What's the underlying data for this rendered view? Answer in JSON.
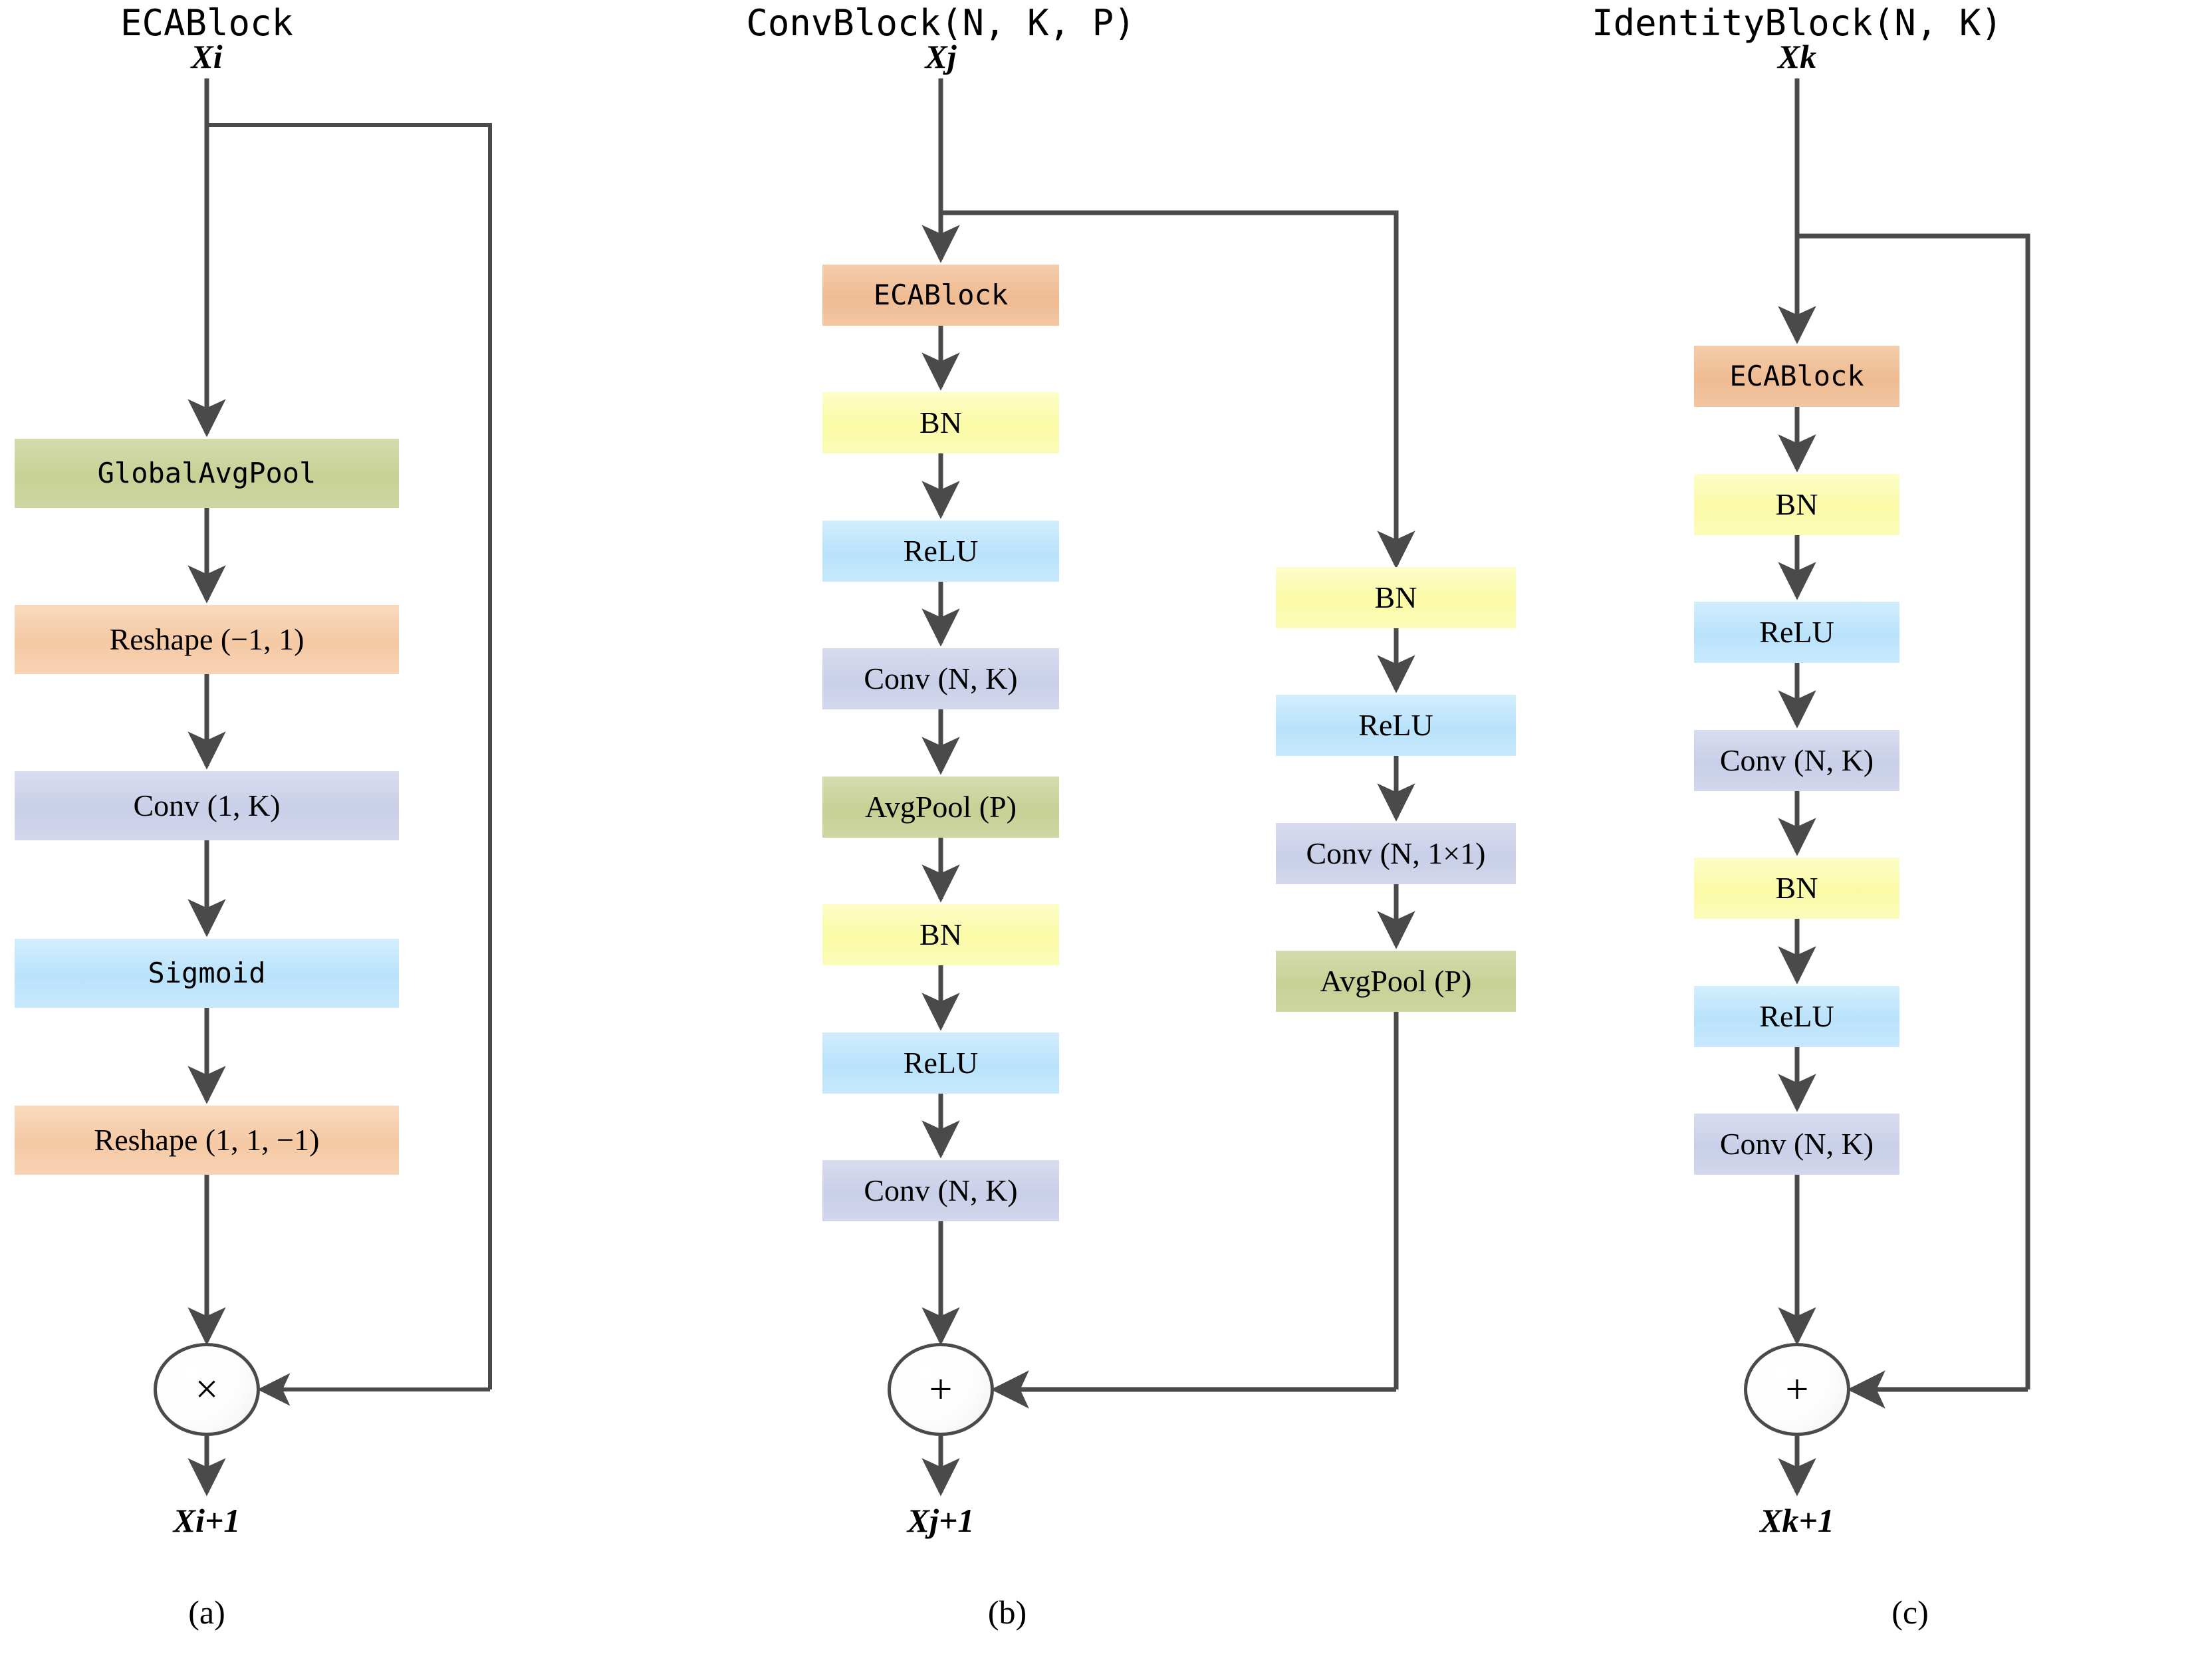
{
  "figure": {
    "caption_a": "(a)",
    "caption_b": "(b)",
    "caption_c": "(c)"
  },
  "colors": {
    "green": "#c6d195",
    "orange": "#f5c9a4",
    "orange_deep": "#efbb92",
    "purple": "#c9cfe8",
    "blue": "#b9e2fb",
    "yellow": "#fafaa6",
    "stroke": "#4a4a4a",
    "text": "#000000",
    "background": "#ffffff"
  },
  "panel_a": {
    "title": "ECABlock",
    "input_label": "Xi",
    "output_label": "Xi+1",
    "merge_symbol": "×",
    "merge_op_name": "multiply",
    "nodes": [
      {
        "label": "GlobalAvgPool",
        "color": "green"
      },
      {
        "label": "Reshape (−1, 1)",
        "color": "orange"
      },
      {
        "label": "Conv (1, K)",
        "color": "purple"
      },
      {
        "label": "Sigmoid",
        "color": "blue"
      },
      {
        "label": "Reshape (1, 1, −1)",
        "color": "orange"
      }
    ]
  },
  "panel_b": {
    "title": "ConvBlock(N, K, P)",
    "input_label": "Xj",
    "output_label": "Xj+1",
    "merge_symbol": "+",
    "merge_op_name": "add",
    "main_nodes": [
      {
        "label": "ECABlock",
        "color": "orange_deep"
      },
      {
        "label": "BN",
        "color": "yellow"
      },
      {
        "label": "ReLU",
        "color": "blue"
      },
      {
        "label": "Conv (N, K)",
        "color": "purple"
      },
      {
        "label": "AvgPool (P)",
        "color": "green"
      },
      {
        "label": "BN",
        "color": "yellow"
      },
      {
        "label": "ReLU",
        "color": "blue"
      },
      {
        "label": "Conv (N, K)",
        "color": "purple"
      }
    ],
    "shortcut_nodes": [
      {
        "label": "BN",
        "color": "yellow"
      },
      {
        "label": "ReLU",
        "color": "blue"
      },
      {
        "label": "Conv (N, 1×1)",
        "color": "purple"
      },
      {
        "label": "AvgPool (P)",
        "color": "green"
      }
    ]
  },
  "panel_c": {
    "title": "IdentityBlock(N, K)",
    "input_label": "Xk",
    "output_label": "Xk+1",
    "merge_symbol": "+",
    "merge_op_name": "add",
    "nodes": [
      {
        "label": "ECABlock",
        "color": "orange_deep"
      },
      {
        "label": "BN",
        "color": "yellow"
      },
      {
        "label": "ReLU",
        "color": "blue"
      },
      {
        "label": "Conv (N, K)",
        "color": "purple"
      },
      {
        "label": "BN",
        "color": "yellow"
      },
      {
        "label": "ReLU",
        "color": "blue"
      },
      {
        "label": "Conv (N, K)",
        "color": "purple"
      }
    ],
    "shortcut": "identity"
  }
}
